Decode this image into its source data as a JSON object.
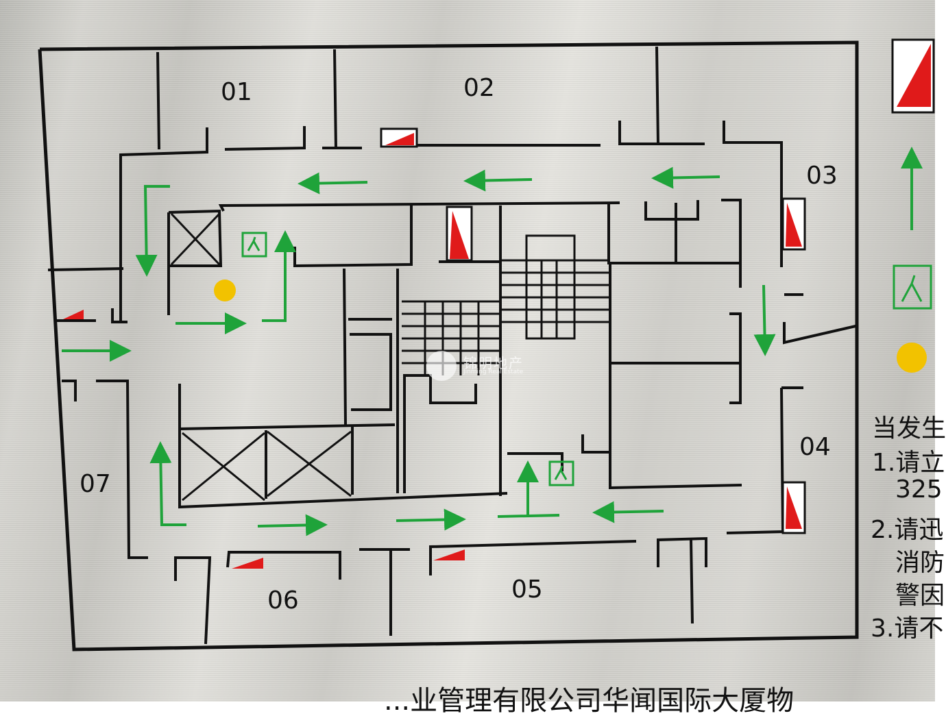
{
  "room_labels": [
    "01",
    "02",
    "03",
    "04",
    "05",
    "06",
    "07"
  ],
  "legend": {
    "line1": "当发生",
    "line2": "1.请立",
    "line3": "325",
    "line4": "2.请迅",
    "line5": "消防",
    "line6": "警因",
    "line7": "3.请不"
  },
  "footer": "...业管理有限公司华闻国际大厦物",
  "watermark": {
    "cn": "锦明地产",
    "en": "Jinming Real Estate"
  },
  "colors": {
    "wall": "#111111",
    "arrow": "#1fa33a",
    "extinguisher": "#e01a1a",
    "location_dot": "#f2c200"
  },
  "icons": [
    "exit-sign-icon",
    "fire-extinguisher-icon",
    "you-are-here-icon",
    "evacuation-arrow-icon"
  ]
}
